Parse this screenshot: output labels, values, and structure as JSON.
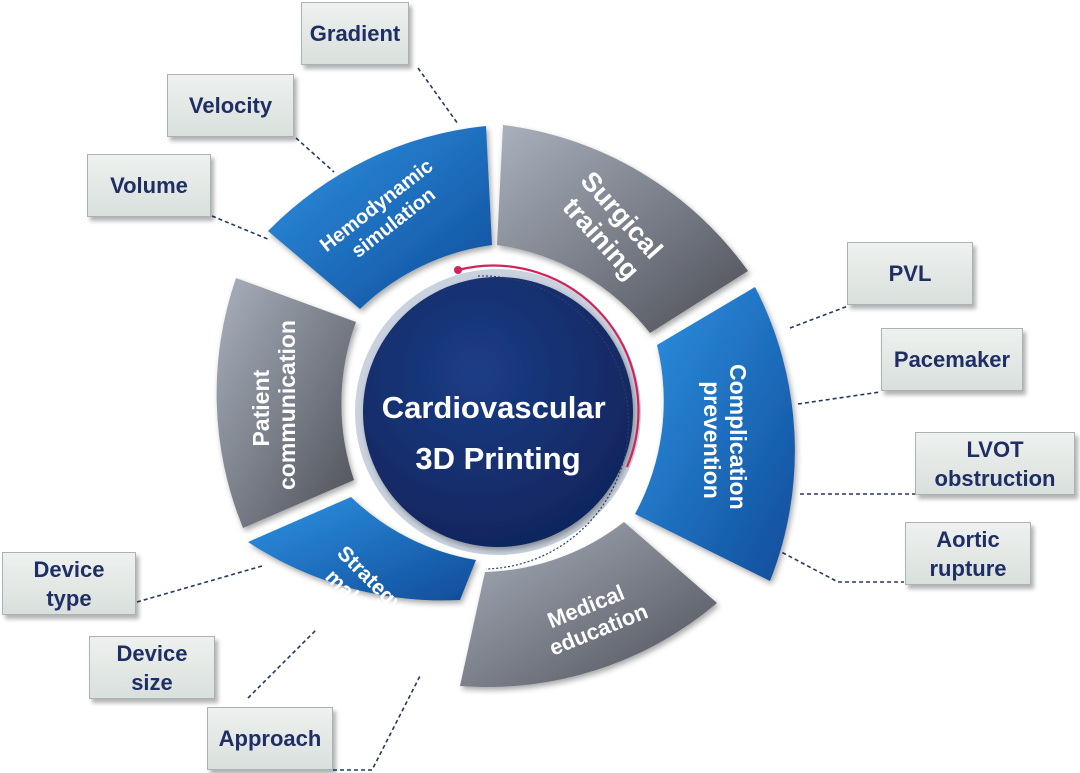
{
  "center": {
    "line1": "Cardiovascular",
    "line2": "3D Printing"
  },
  "segments": {
    "hemodynamic": [
      "Hemodynamic",
      "simulation"
    ],
    "surgical": [
      "Surgical",
      "training"
    ],
    "complication": [
      "Complication",
      "prevention"
    ],
    "medical": [
      "Medical",
      "education"
    ],
    "strategy": [
      "Strategy",
      "making"
    ],
    "patient": [
      "Patient",
      "communication"
    ]
  },
  "labels": {
    "gradient": [
      "Gradient"
    ],
    "velocity": [
      "Velocity"
    ],
    "volume": [
      "Volume"
    ],
    "pvl": [
      "PVL"
    ],
    "pacemaker": [
      "Pacemaker"
    ],
    "lvot": [
      "LVOT",
      "obstruction"
    ],
    "aortic": [
      "Aortic",
      "rupture"
    ],
    "device_type": [
      "Device",
      "type"
    ],
    "device_size": [
      "Device",
      "size"
    ],
    "approach": [
      "Approach"
    ]
  },
  "colors": {
    "blue_dark": "#0f4c9a",
    "blue_light": "#2f93e3",
    "gray_dark": "#4c4f57",
    "gray_light": "#aab1bd",
    "center_outer": "#1c3d86",
    "center_inner": "#0f2258",
    "label_text": "#1f2f66",
    "accent_arc": "#d2245a"
  }
}
